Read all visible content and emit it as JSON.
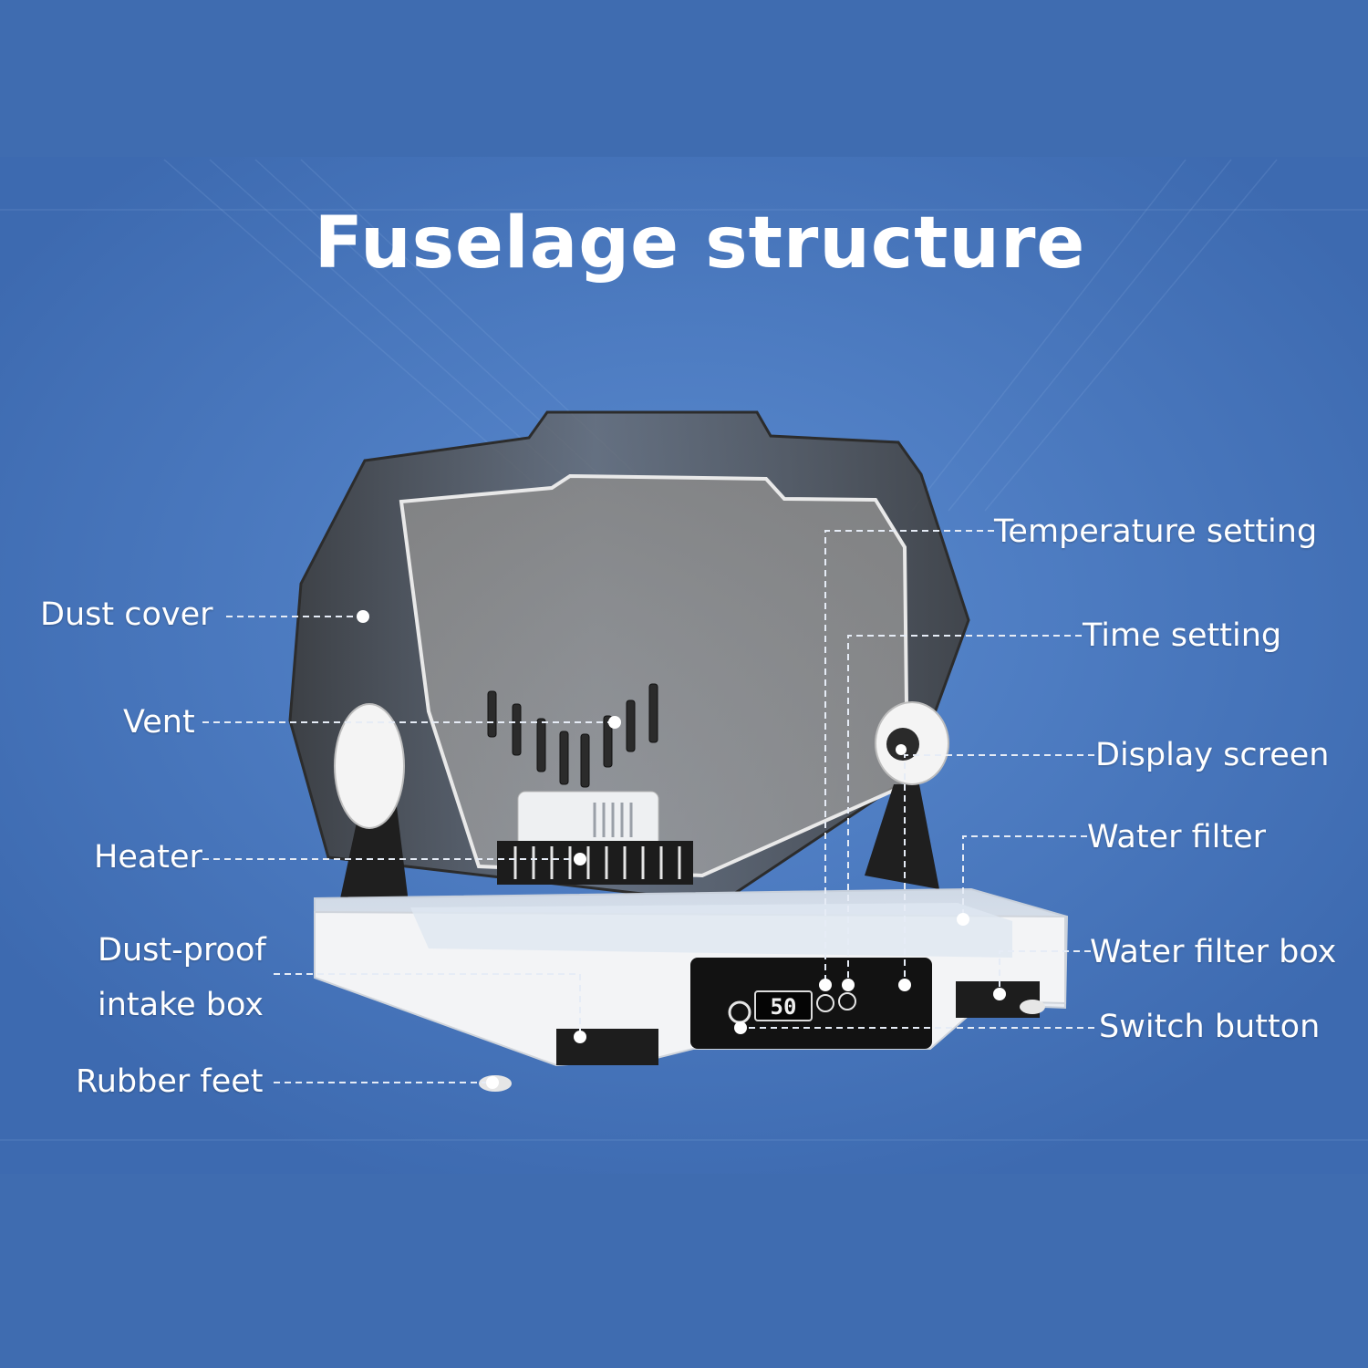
{
  "title": "Fuselage structure",
  "colors": {
    "background": "#3f6cb0",
    "panel": "#4574ba",
    "cover_tint": "#4a4a4a",
    "base": "#f2f3f5",
    "leader_line": "#e6ecf6"
  },
  "display": {
    "value": "50"
  },
  "labels": {
    "dust_cover": "Dust cover",
    "vent": "Vent",
    "heater": "Heater",
    "dust_proof_intake_line1": "Dust-proof",
    "dust_proof_intake_line2": "intake box",
    "rubber_feet": "Rubber feet",
    "temperature_setting": "Temperature setting",
    "time_setting": "Time setting",
    "display_screen": "Display screen",
    "water_filter": "Water filter",
    "water_filter_box": "Water filter box",
    "switch_button": "Switch button"
  }
}
